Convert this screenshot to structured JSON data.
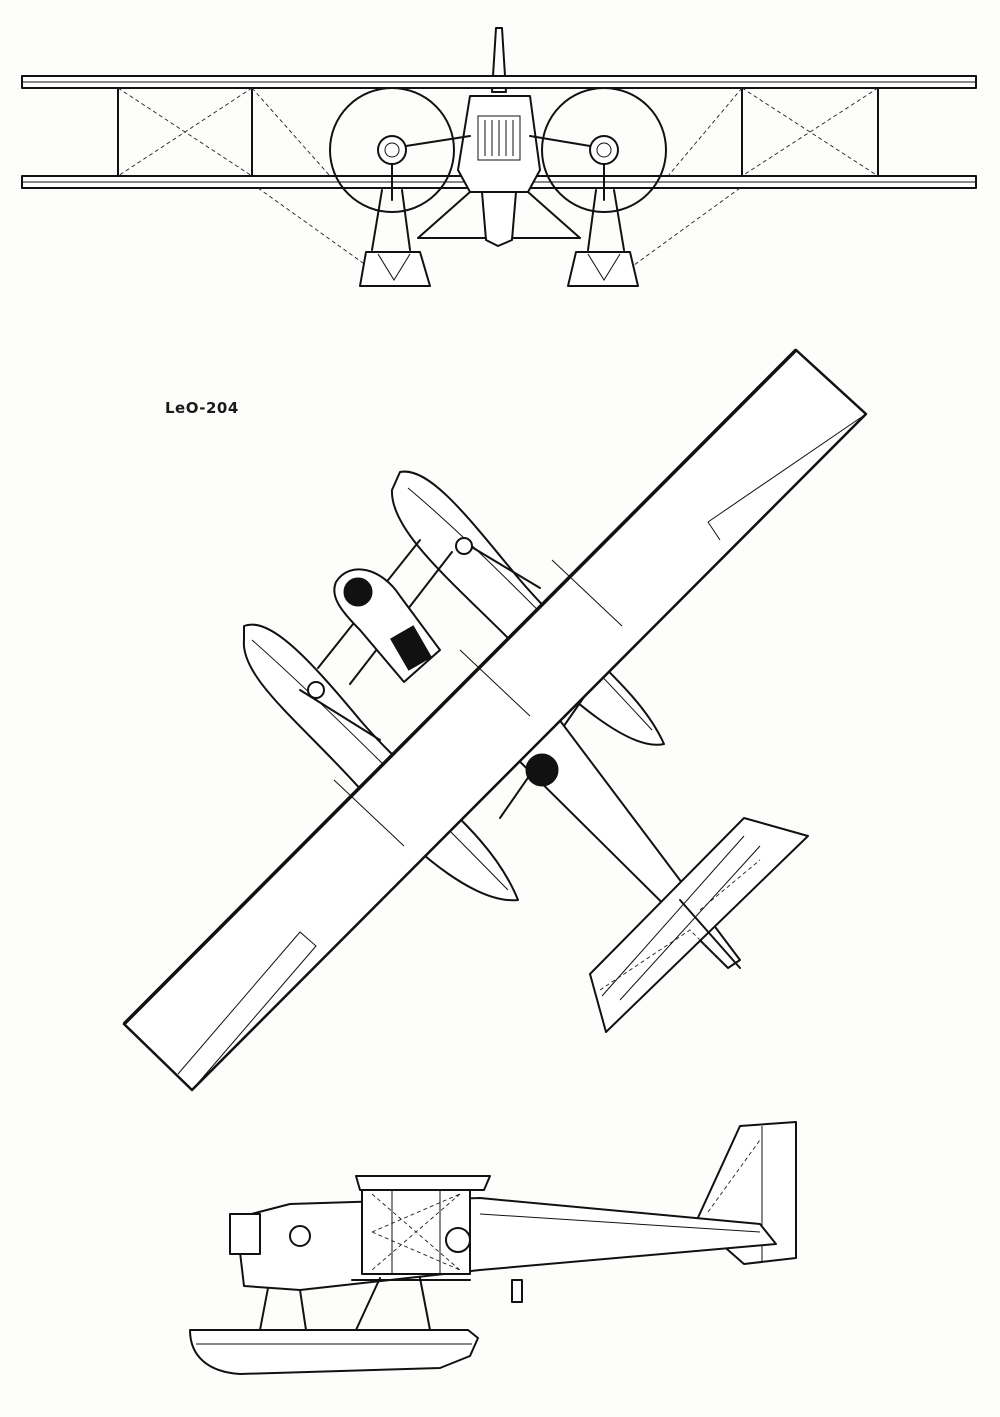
{
  "drawing": {
    "label": "LeO-204",
    "views": [
      "front",
      "plan",
      "side"
    ]
  },
  "colors": {
    "ink": "#111111",
    "paper": "#fdfdfb"
  }
}
